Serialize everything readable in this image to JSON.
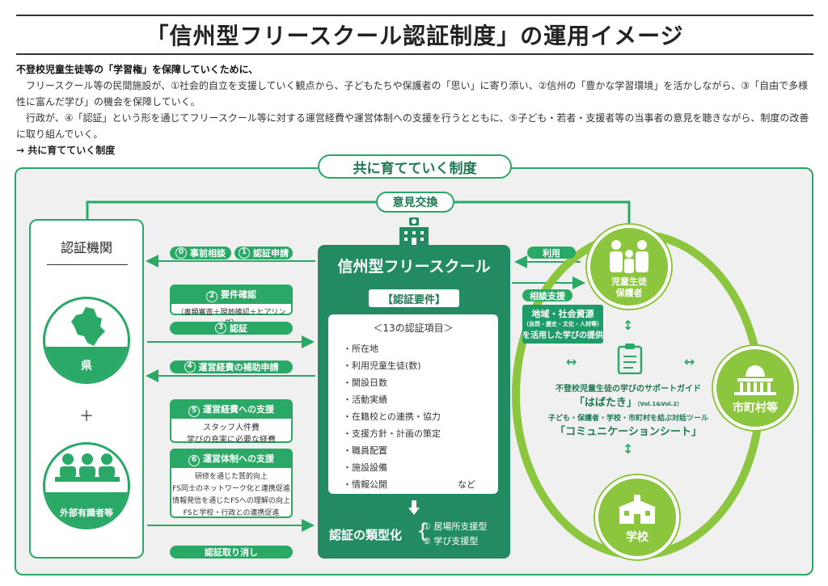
{
  "title": "「信州型フリースクール認証制度」の運用イメージ",
  "intro": {
    "lead": "不登校児童生徒等の「学習権」を保障していくために、",
    "para1": "フリースクール等の民間施設が、①社会的自立を支援していく観点から、子どもたちや保護者の「思い」に寄り添い、②信州の「豊かな学習環境」を活かしながら、③「自由で多様性に富んだ学び」の機会を保障していく。",
    "para2": "行政が、④「認証」という形を通じてフリースクール等に対する運営経費や運営体制への支援を行うとともに、⑤子ども・若者・支援者等の当事者の意見を聴きながら、制度の改善に取り組んでいく。",
    "arrow_line": "→ 共に育てていく制度"
  },
  "diagram": {
    "top_label": "共に育てていく制度",
    "ikken_label": "意見交換",
    "agency": {
      "title": "認証機関",
      "pref_label": "県",
      "plus": "＋",
      "experts_label": "外部有識者等"
    },
    "flows": {
      "f0": "事前相談",
      "f0_num": "0",
      "f1": "認証申請",
      "f1_num": "1",
      "f2": "要件確認",
      "f2_num": "2",
      "f2_sub": "（書類審査＋現地確認＋ヒアリング）",
      "f3": "認証",
      "f3_num": "3",
      "f4": "運営経費の補助申請",
      "f4_num": "4",
      "f5": "運営経費への支援",
      "f5_num": "5",
      "f5_items": [
        "スタッフ人件費",
        "学びの充実に必要な経費"
      ],
      "f6": "運営体制への支援",
      "f6_num": "6",
      "f6_items": [
        "研修を通じた質的向上",
        "FS同士のネットワーク化と連携促進",
        "情報発信を通じたFSへの理解の向上",
        "FSと学校・行政との連携促進"
      ],
      "revoke": "認証取り消し"
    },
    "school": {
      "title": "信州型フリースクール",
      "req_label": "【認証要件】",
      "req_head": "＜13の認証項目＞",
      "items": [
        "・所在地",
        "・利用児童生徒(数)",
        "・開設日数",
        "・活動実績",
        "・在籍校との連携・協力",
        "・支援方針・計画の策定",
        "・職員配置",
        "・施設設備",
        "・情報公開"
      ],
      "etc": "など",
      "type_label": "認証の類型化",
      "type_opts": [
        "① 居場所支援型",
        "② 学び支援型"
      ]
    },
    "right": {
      "use_label": "利用",
      "consult_label": "相談支援",
      "resource_title": "地域・社会資源",
      "resource_sub": "（自然・歴史・文化・人材等）",
      "resource_tail": "を活用した学びの提供",
      "parents": "児童生徒\n保護者",
      "city": "市町村等",
      "school": "学校",
      "guide1": "不登校児童生徒の学びのサポートガイド",
      "guide1_name": "「はばたき」",
      "guide1_vol": "（Vol.1&Vol.2）",
      "guide2": "子ども・保護者・学校・市町村を結ぶ対話ツール",
      "guide2_name": "「コミュニケーションシート」"
    },
    "colors": {
      "green": "#2aa866",
      "dark_green": "#238b62",
      "light_green": "#8cc63f"
    }
  }
}
